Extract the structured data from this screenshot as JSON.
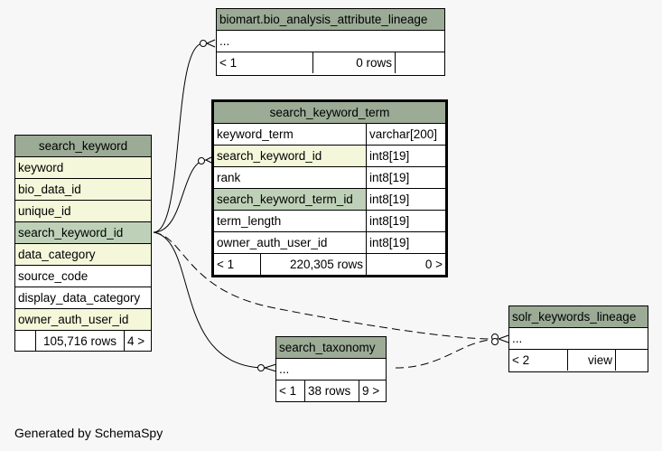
{
  "lineage": {
    "title": "biomart.bio_analysis_attribute_lineage",
    "ellipsis": "...",
    "stats": [
      "< 1",
      "0 rows",
      ""
    ]
  },
  "term": {
    "title": "search_keyword_term",
    "rows": [
      {
        "name": "keyword_term",
        "type": "varchar[200]"
      },
      {
        "name": "search_keyword_id",
        "type": "int8[19]"
      },
      {
        "name": "rank",
        "type": "int8[19]"
      },
      {
        "name": "search_keyword_term_id",
        "type": "int8[19]"
      },
      {
        "name": "term_length",
        "type": "int8[19]"
      },
      {
        "name": "owner_auth_user_id",
        "type": "int8[19]"
      }
    ],
    "stats": [
      "< 1",
      "220,305 rows",
      "0 >"
    ]
  },
  "keyword": {
    "title": "search_keyword",
    "rows": [
      "keyword",
      "bio_data_id",
      "unique_id",
      "search_keyword_id",
      "data_category",
      "source_code",
      "display_data_category",
      "owner_auth_user_id"
    ],
    "stats": [
      "",
      "105,716 rows",
      "4 >"
    ]
  },
  "solr": {
    "title": "solr_keywords_lineage",
    "ellipsis": "...",
    "stats": [
      "< 2",
      "view",
      ""
    ]
  },
  "taxonomy": {
    "title": "search_taxonomy",
    "ellipsis": "...",
    "stats": [
      "< 1",
      "38 rows",
      "9 >"
    ]
  },
  "footer": "Generated by SchemaSpy",
  "colors": {
    "header": "#9bab96",
    "primary_key": "#bed1b8",
    "foreign_key": "#f4f7da",
    "background": "#f7f7f7"
  }
}
